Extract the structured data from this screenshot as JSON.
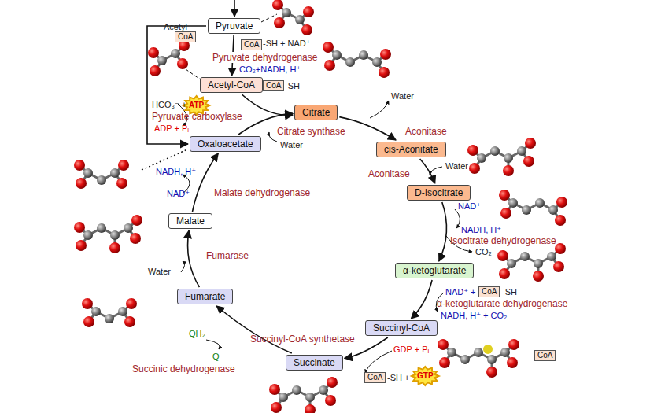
{
  "diagram": {
    "nodes": [
      {
        "text": [
          "Pyruvate"
        ]
      },
      {
        "text": [
          "CoA"
        ]
      },
      {
        "text": [
          "CoA"
        ]
      },
      {
        "text": [
          "Acetyl-CoA"
        ]
      },
      {
        "text": [
          "CoA"
        ]
      },
      {
        "text": [
          "ATP"
        ]
      },
      {
        "text": [
          "Citrate"
        ]
      },
      {
        "text": [
          "cis-Aconitate"
        ]
      },
      {
        "text": [
          "Oxaloacetate"
        ]
      },
      {
        "text": [
          "D-Isocitrate"
        ]
      },
      {
        "text": [
          "Malate"
        ]
      },
      {
        "text": [
          "α-ketoglutarate"
        ]
      },
      {
        "text": [
          "CoA"
        ]
      },
      {
        "text": [
          "Fumarate"
        ]
      },
      {
        "text": [
          "Succinyl-CoA"
        ]
      },
      {
        "text": [
          "CoA"
        ]
      },
      {
        "text": [
          "GTP"
        ]
      },
      {
        "text": [
          "Succinate"
        ]
      },
      {
        "text": [
          "CoA"
        ]
      }
    ],
    "edges": [
      {
        "from": 0,
        "to": 3,
        "arrow": "to"
      },
      {
        "from": 3,
        "to": 6,
        "arrow": "to"
      },
      {
        "from": 8,
        "to": 6,
        "arrow": "to"
      },
      {
        "from": 6,
        "to": 7,
        "arrow": "to"
      },
      {
        "from": 7,
        "to": 9,
        "arrow": "to"
      },
      {
        "from": 9,
        "to": 11,
        "arrow": "to"
      },
      {
        "from": 11,
        "to": 14,
        "arrow": "to"
      },
      {
        "from": 14,
        "to": 17,
        "arrow": "to"
      },
      {
        "from": 17,
        "to": 13,
        "arrow": "to"
      },
      {
        "from": 13,
        "to": 10,
        "arrow": "to"
      },
      {
        "from": 10,
        "to": 8,
        "arrow": "to"
      },
      {
        "from": 0,
        "to": 8,
        "arrow": "to"
      }
    ],
    "labels": [
      "-SH + NAD⁺",
      "Pyruvate dehydrogenase",
      "CO₂+NADH, H⁺",
      "Acetyl",
      "-SH",
      "HCO₃⁻ +",
      "Pyruvate carboxylase",
      "ADP + Pᵢ",
      "Citrate synthase",
      "Water",
      "Water",
      "Aconitase",
      "Aconitase",
      "Water",
      "NAD⁺",
      "NADH, H⁺",
      "Isocitrate dehydrogenase",
      "CO₂",
      "NAD⁺ +",
      "-SH",
      "α-ketoglutarate dehydrogenase",
      "NADH, H⁺ + CO₂",
      "Succinyl-CoA synthetase",
      "GDP + Pᵢ",
      "-SH +",
      "QH₂",
      "Q",
      "Succinic dehydrogenase",
      "Water",
      "Fumarase",
      "NAD⁺",
      "NADH, H⁺",
      "Malate dehydrogenase"
    ]
  }
}
